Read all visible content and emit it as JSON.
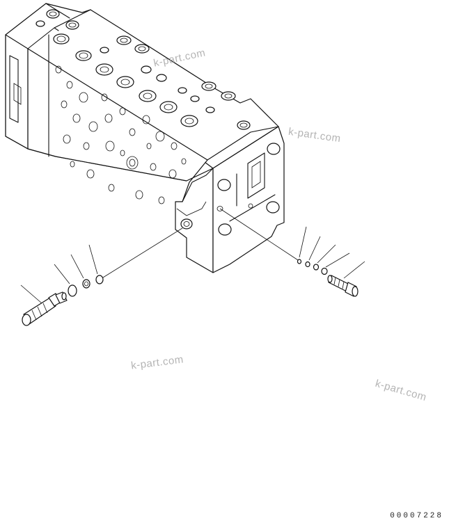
{
  "watermarks": [
    "k-part.com",
    "k-part.com",
    "k-part.com",
    "k-part.com"
  ],
  "drawing_number": "00007228",
  "parts": {
    "main_body": "control-valve-body",
    "left_port_parts": [
      "relief-valve",
      "o-ring",
      "backup-ring",
      "o-ring"
    ],
    "right_port_parts": [
      "o-ring",
      "o-ring",
      "o-ring",
      "o-ring",
      "plug"
    ]
  },
  "colors": {
    "line": "#111111",
    "watermark": "#b4b4b4",
    "background": "#ffffff"
  }
}
